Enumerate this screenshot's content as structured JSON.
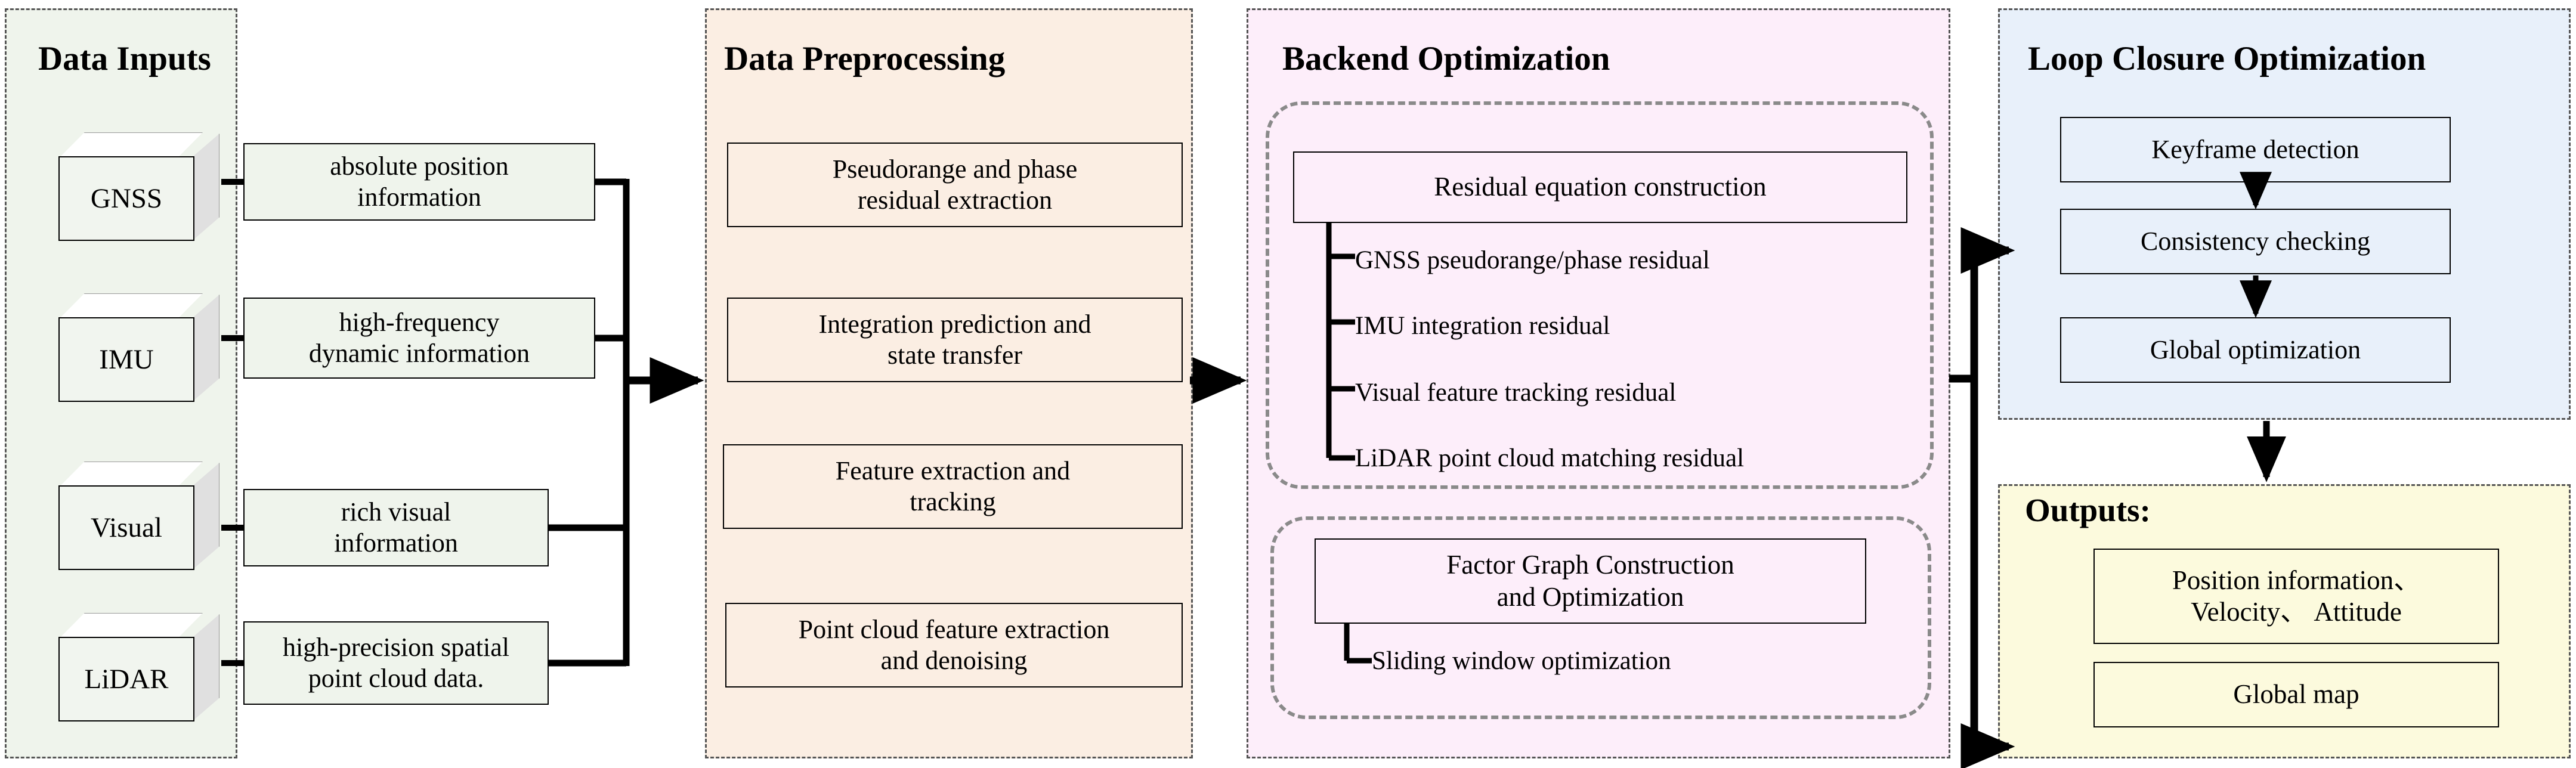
{
  "panels": {
    "data_inputs": {
      "title": "Data Inputs",
      "bg": "#eff4ec",
      "border": "#555555"
    },
    "preprocessing": {
      "title": "Data Preprocessing",
      "bg": "#fbeee3",
      "border": "#555555"
    },
    "backend": {
      "title": "Backend Optimization",
      "bg": "#fdeefa",
      "border": "#555555"
    },
    "loop_closure": {
      "title": "Loop Closure Optimization",
      "bg": "#e8f0fa",
      "border": "#555555"
    },
    "outputs": {
      "title": "Outputs:",
      "bg": "#fcfadd",
      "border": "#555555"
    }
  },
  "data_inputs": {
    "sources": [
      {
        "name": "GNSS",
        "description": "absolute position\ninformation"
      },
      {
        "name": "IMU",
        "description": "high-frequency\ndynamic information"
      },
      {
        "name": "Visual",
        "description": "rich visual\ninformation"
      },
      {
        "name": "LiDAR",
        "description": "high-precision spatial\npoint cloud data."
      }
    ],
    "source_labels": [
      "GNSS",
      "IMU",
      "Visual",
      "LiDAR"
    ],
    "desc_line1": [
      "absolute position",
      "high-frequency",
      "rich visual",
      "high-precision spatial"
    ],
    "desc_line2": [
      "information",
      "dynamic information",
      "information",
      "point cloud data."
    ]
  },
  "preprocessing": {
    "steps": [
      {
        "line1": "Pseudorange and phase",
        "line2": "residual extraction"
      },
      {
        "line1": "Integration prediction and",
        "line2": "state transfer"
      },
      {
        "line1": "Feature extraction and",
        "line2": "tracking"
      },
      {
        "line1": "Point cloud feature extraction",
        "line2": "and denoising"
      }
    ]
  },
  "backend": {
    "group1": {
      "header": "Residual equation construction",
      "items": [
        "GNSS pseudorange/phase residual",
        "IMU integration residual",
        "Visual feature tracking residual",
        "LiDAR point cloud matching residual"
      ]
    },
    "group2": {
      "header_line1": "Factor Graph Construction",
      "header_line2": "and Optimization",
      "items": [
        "Sliding window optimization"
      ]
    }
  },
  "loop_closure": {
    "steps": [
      "Keyframe detection",
      "Consistency checking",
      "Global optimization"
    ]
  },
  "outputs": {
    "boxes": [
      {
        "line1": "Position information、",
        "line2": "Velocity、 Attitude"
      },
      {
        "line1": "Global map",
        "line2": ""
      }
    ]
  }
}
